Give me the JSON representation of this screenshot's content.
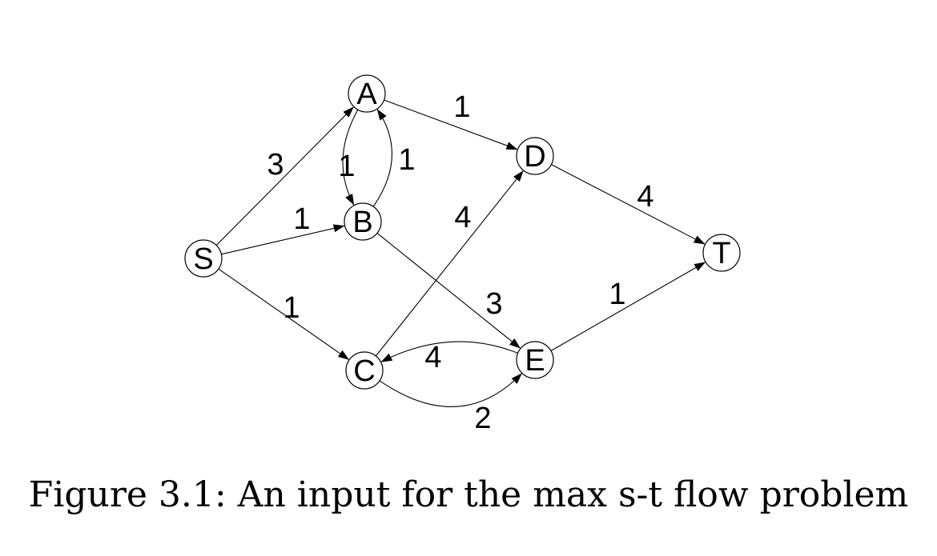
{
  "caption": "Figure 3.1: An input for the max s-t flow problem",
  "graph": {
    "nodes": [
      {
        "id": "S",
        "label": "S"
      },
      {
        "id": "A",
        "label": "A"
      },
      {
        "id": "B",
        "label": "B"
      },
      {
        "id": "C",
        "label": "C"
      },
      {
        "id": "D",
        "label": "D"
      },
      {
        "id": "E",
        "label": "E"
      },
      {
        "id": "T",
        "label": "T"
      }
    ],
    "edges": [
      {
        "from": "S",
        "to": "A",
        "capacity": "3"
      },
      {
        "from": "S",
        "to": "B",
        "capacity": "1"
      },
      {
        "from": "S",
        "to": "C",
        "capacity": "1"
      },
      {
        "from": "A",
        "to": "B",
        "capacity": "1"
      },
      {
        "from": "B",
        "to": "A",
        "capacity": "1"
      },
      {
        "from": "A",
        "to": "D",
        "capacity": "1"
      },
      {
        "from": "B",
        "to": "E",
        "capacity": "3"
      },
      {
        "from": "C",
        "to": "D",
        "capacity": "4"
      },
      {
        "from": "C",
        "to": "E",
        "capacity": "2"
      },
      {
        "from": "E",
        "to": "C",
        "capacity": "4"
      },
      {
        "from": "D",
        "to": "T",
        "capacity": "4"
      },
      {
        "from": "E",
        "to": "T",
        "capacity": "1"
      }
    ]
  }
}
